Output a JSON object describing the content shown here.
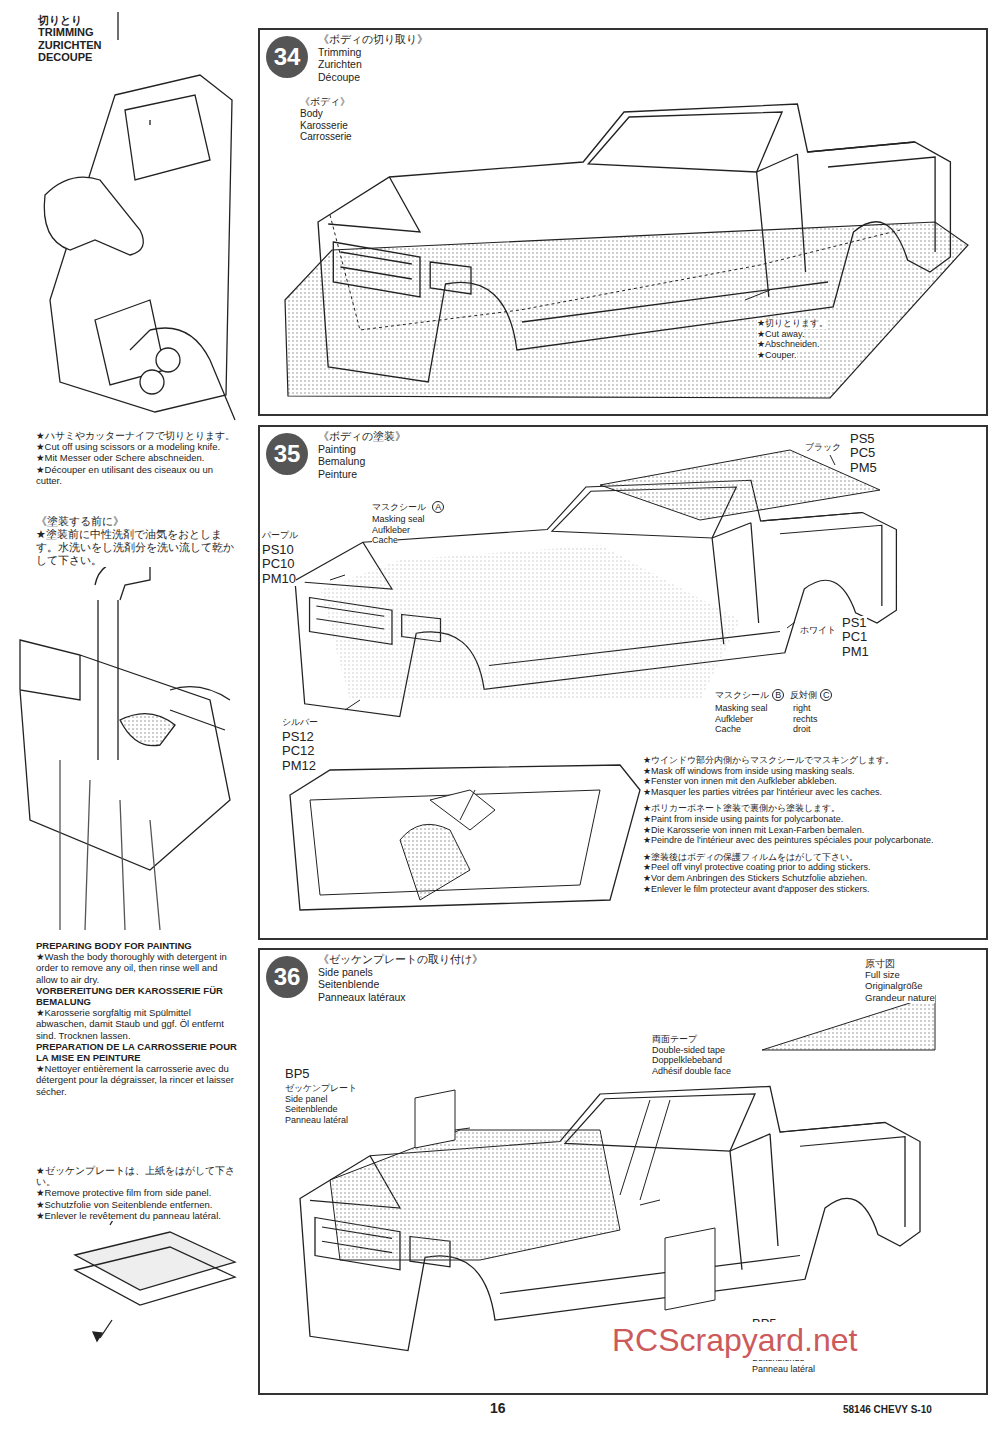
{
  "diagram": {
    "nodes": [
      {
        "text": [
          "《ボディの切り取り》",
          "Trimming",
          "Zurichten",
          "Découpe"
        ]
      },
      {
        "text": [
          "34"
        ],
        "in": 0
      },
      {
        "text": [
          "《ボディの塗装》",
          "Painting",
          "Bemalung",
          "Peinture"
        ]
      },
      {
        "text": [
          "35"
        ],
        "in": 2
      },
      {
        "text": [
          "《ゼッケンプレートの取り付け》",
          "Side panels",
          "Seitenblende",
          "Panneaux latéraux"
        ]
      },
      {
        "text": [
          "36"
        ],
        "in": 4
      }
    ],
    "labels": [
      "切りとり",
      "TRIMMING",
      "ZURICHTEN",
      "DECOUPE",
      "★ハサミやカッターナイフで切りとります。",
      "★Cut off using scissors or a modeling knife.",
      "★Mit Messer oder Schere abschneiden.",
      "★Découper en utilisant des ciseaux ou un cutter.",
      "《塗装する前に》",
      "★塗装前に中性洗剤で油気をおとします。水洗いをし洗剤分を洗い流して乾かして下さい。",
      "PREPARING BODY FOR PAINTING",
      "★Wash the body thoroughly with detergent in order to remove any oil, then rinse well and allow to air dry.",
      "VORBEREITUNG DER KAROSSERIE FÜR BEMALUNG",
      "★Karosserie sorgfältig mit Spülmittel abwaschen, damit Staub und ggf. Öl entfernt sind. Trocknen lassen.",
      "PREPARATION DE LA CARROSSERIE POUR LA MISE EN PEINTURE",
      "★Nettoyer entièrement la carrosserie avec du détergent pour la dégraisser, la rincer et laisser sécher.",
      "★ゼッケンプレートは、上紙をはがして下さい。",
      "★Remove protective film from side panel.",
      "★Schutzfolie von Seitenblende entfernen.",
      "★Enlever le revêtement du panneau latéral.",
      "《ボディ》",
      "Body",
      "Karosserie",
      "Carrosserie",
      "★切りとります。",
      "★Cut away.",
      "★Abschneiden.",
      "★Couper.",
      "ブラック",
      "PS5",
      "PC5",
      "PM5",
      "パープル",
      "PS10",
      "PC10",
      "PM10",
      "マスクシール",
      "A",
      "Masking seal",
      "Aufkleber",
      "Cache",
      "ホワイト",
      "PS1",
      "PC1",
      "PM1",
      "マスクシール",
      "B",
      "反対側",
      "C",
      "Masking seal",
      "Aufkleber",
      "Cache",
      "right",
      "rechts",
      "droit",
      "シルバー",
      "PS12",
      "PC12",
      "PM12",
      "★ウインドウ部分内側からマスクシールでマスキングします。",
      "★Mask off windows from inside using masking seals.",
      "★Fenster von innen mit den Aufkleber abkleben.",
      "★Masquer les parties vitrées par l'intérieur avec les caches.",
      "★ポリカーボネート塗装で裏側から塗装します。",
      "★Paint from inside using paints for polycarbonate.",
      "★Die Karosserie von innen mit Lexan-Farben bemalen.",
      "★Peindre de l'intérieur avec des peintures spéciales pour polycarbonate.",
      "★塗装後はボディの保護フィルムをはがして下さい。",
      "★Peel off vinyl protective coating prior to adding stickers.",
      "★Vor dem Anbringen des Stickers Schutzfolie abziehen.",
      "★Enlever le film protecteur avant d'apposer des stickers.",
      "原寸図",
      "Full size",
      "Originalgröße",
      "Grandeur nature",
      "両面テープ",
      "Double-sided tape",
      "Doppelklebeband",
      "Adhésif double face",
      "BP5",
      "ゼッケンプレート",
      "Side panel",
      "Seitenblende",
      "Panneau latéral",
      "BP5",
      "ゼッケンプレート",
      "Side panel",
      "Seitenblende",
      "Panneau latéral",
      "16",
      "58146 CHEVY S-10",
      "RCScrapyard.net"
    ]
  }
}
